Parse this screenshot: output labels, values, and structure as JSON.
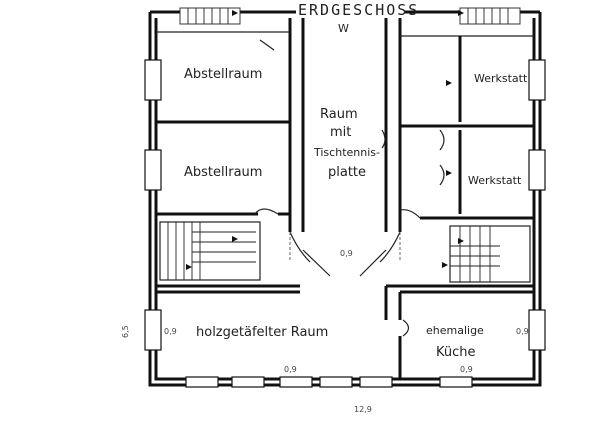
{
  "plan": {
    "title": "ERDGESCHOSS",
    "direction": "W",
    "rooms": {
      "abstellraum_1": "Abstellraum",
      "abstellraum_2": "Abstellraum",
      "werkstatt_1": "Werkstatt",
      "werkstatt_2": "Werkstatt",
      "raum_line1": "Raum",
      "raum_line2": "mit",
      "raum_line3": "Tischtennis-",
      "raum_line4": "platte",
      "holz": "holzgetäfelter Raum",
      "kueche_line1": "ehemalige",
      "kueche_line2": "Küche"
    },
    "dimensions": {
      "bottom": "12,9",
      "left": "6,5",
      "door_bottom_1": "0,9",
      "door_bottom_2": "0,9",
      "door_center": "0,9",
      "door_left": "0,9",
      "door_right": "0,9"
    }
  }
}
